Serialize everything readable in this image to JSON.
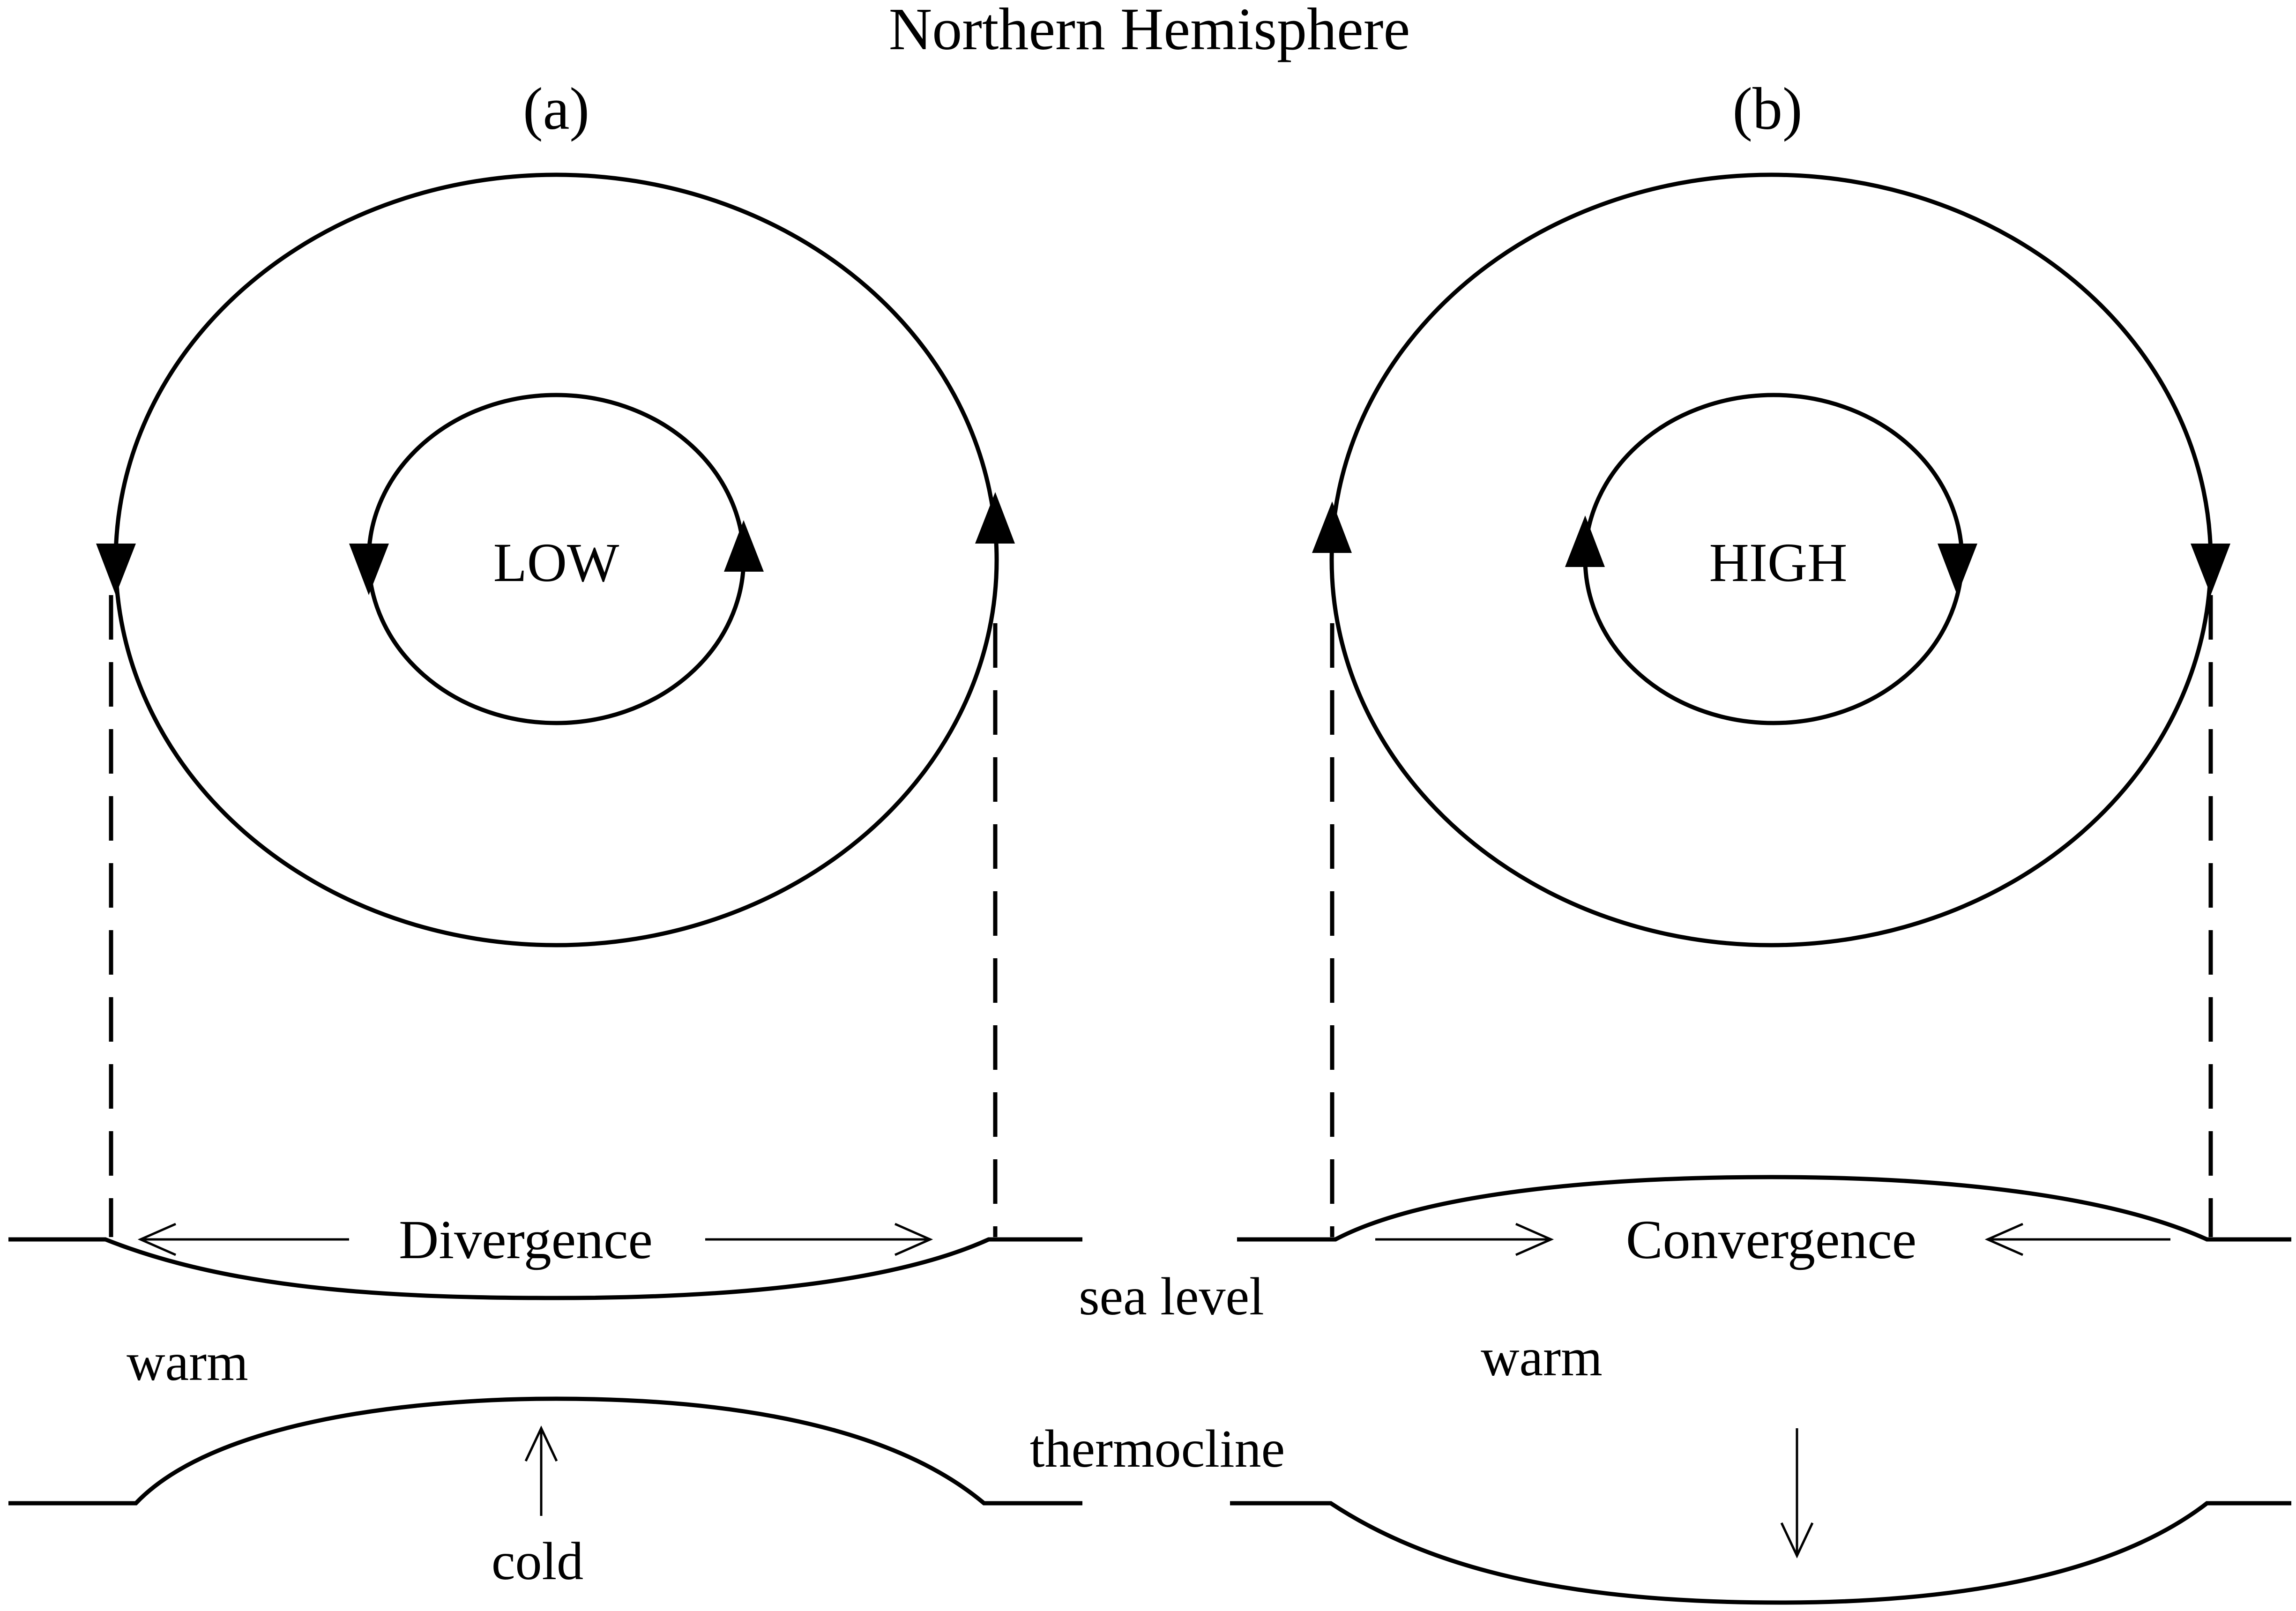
{
  "title": "Northern Hemisphere",
  "panel_a": {
    "label": "(a)",
    "center_label": "LOW",
    "flow_label": "Divergence",
    "upper_layer": "warm",
    "lower_layer": "cold"
  },
  "panel_b": {
    "label": "(b)",
    "center_label": "HIGH",
    "flow_label": "Convergence",
    "upper_layer": "warm"
  },
  "surface_labels": {
    "sea_level": "sea level",
    "thermocline": "thermocline"
  },
  "colors": {
    "ink": "#000000",
    "background": "#ffffff"
  }
}
